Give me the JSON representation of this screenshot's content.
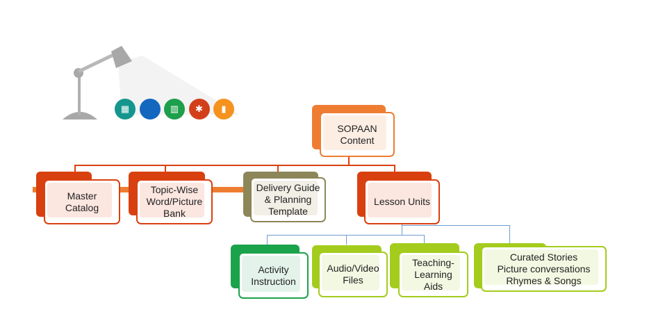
{
  "root": {
    "label": "SOPAAN\nContent"
  },
  "level1": [
    {
      "label": "Master\nCatalog"
    },
    {
      "label": "Topic-Wise\nWord/Picture\nBank"
    },
    {
      "label": "Delivery Guide\n& Planning\nTemplate"
    },
    {
      "label": "Lesson Units"
    }
  ],
  "level2": [
    {
      "label": "Activity\nInstruction"
    },
    {
      "label": "Audio/Video\nFiles"
    },
    {
      "label": "Teaching-\nLearning\nAids"
    },
    {
      "label": "Curated Stories\nPicture conversations\nRhymes & Songs"
    }
  ],
  "icons": [
    {
      "name": "calendar-icon",
      "color": "#14968e"
    },
    {
      "name": "blank-icon",
      "color": "#1467bf"
    },
    {
      "name": "book-icon",
      "color": "#1d9f4b"
    },
    {
      "name": "puzzle-icon",
      "color": "#d2401a"
    },
    {
      "name": "document-icon",
      "color": "#f6921e"
    }
  ],
  "colors": {
    "orange": "#ee7d31",
    "red": "#d9400f",
    "olive": "#8c8659",
    "green": "#1aa34a",
    "lime": "#a3cc1c",
    "blue": "#6d9bd1"
  }
}
